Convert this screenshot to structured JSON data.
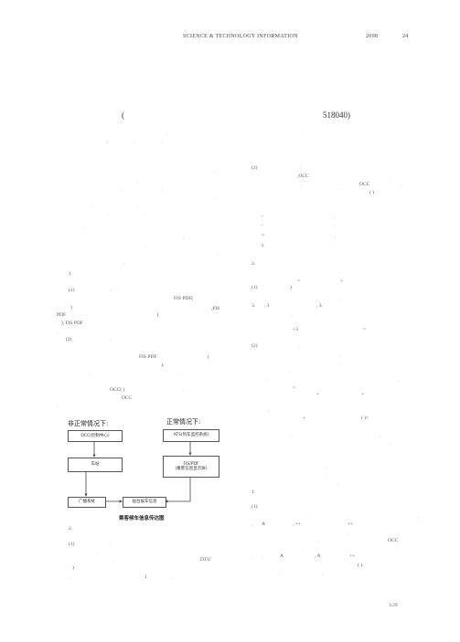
{
  "header": {
    "journal": "SCIENCE & TECHNOLOGY INFORMATION",
    "year": "2008",
    "issue": "24"
  },
  "title_block": {
    "paren_open": "(",
    "postcode": "518040)"
  },
  "left_column": {
    "section_1": "1.",
    "sub_1": "(1)",
    "fis_pdf_1": "FIS      PDF(",
    "close_paren": ")",
    "fis": ",FIS",
    "pdf": "PDF",
    "paren": "(",
    "fis_pdf_2": "),      FIS      PDF",
    "sub_2": "(2)",
    "fis_pdf_3": "FIS      PDF",
    "paren_2": "(",
    "paren_close_2": ").",
    "occ_1": "OCC(              )",
    "occ_2": "OCC",
    "section_2": "2.",
    "sub_3": "(1)",
    "dtu": "DTU",
    "bottom_paren": ")",
    "bottom_one": "1"
  },
  "right_column": {
    "sub_2": "(2)",
    "occ_a": ",OCC",
    "occ_b": "OCC",
    "paren_pair": "(            )",
    "list_1": "-",
    "list_2": "-",
    "list_3": "=",
    "list_4": "z",
    "section_3": "3.",
    "eq_eq": "=",
    "eq_plus": "+",
    "sub_r1": "(1)",
    "close_r": ")",
    "ref_a": "3.",
    "ref_b": ", 3",
    "ref_c": ", 3.",
    "plus3": "+3",
    "eq2": "=",
    "sub_r2": "(2)",
    "eq3": "=",
    "plus_a": "+",
    "plus_b": "+",
    "plus_c": "+",
    "paren_eq": "(                          )=",
    "section_r1": "1.",
    "sub_r3": "(1)",
    "row_a1": "A",
    "row_a2": ", ++",
    "row_a3": "++",
    "occ_c": "OCC",
    "row_b1": "A",
    "row_b2": ", A",
    "row_b3": "++",
    "row_b4": "(           )."
  },
  "diagram": {
    "abnormal_label": "非正常情况下:",
    "normal_label": "正常情况下:",
    "occ_box": "OCC(控制中心)",
    "ats_box": "ATS(列车监控系统)",
    "station_box": "车站",
    "fis_box_line1": "FIS/PDF",
    "fis_box_line2": "(乘客信息显示屏)",
    "broadcast_box": "广播系统",
    "station_hall_box": "站台候车信息",
    "caption": "乘客候车信息传达图"
  },
  "footer": {
    "page_number": "3.29"
  }
}
